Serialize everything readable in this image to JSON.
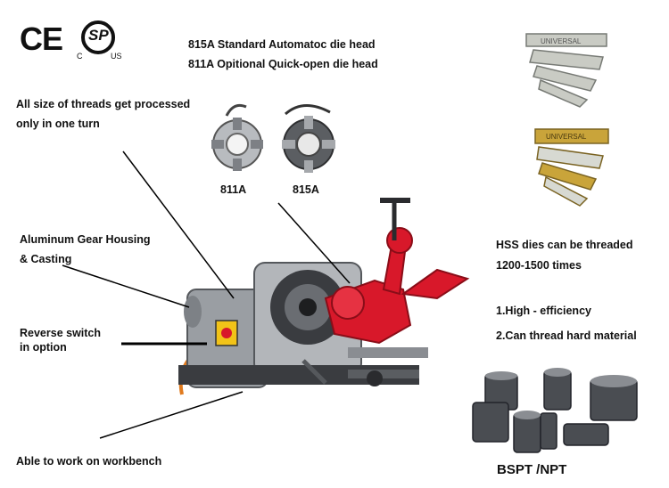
{
  "certifications": {
    "ce": "CE",
    "csa": {
      "mark": "SP",
      "c": "C",
      "us": "US"
    }
  },
  "die_heads": {
    "line1": "815A Standard  Automatoc die head",
    "line2": "811A  Opitional  Quick-open die head"
  },
  "feature_threads": {
    "line1": "All size of threads get processed",
    "line2": "only in one turn"
  },
  "die_head_models": {
    "left": "811A",
    "right": "815A"
  },
  "feature_housing": {
    "line1": "Aluminum Gear Housing",
    "line2": "& Casting"
  },
  "feature_switch": {
    "line1": "Reverse switch",
    "line2": "in option"
  },
  "feature_workbench": "Able to work on workbench",
  "dies": {
    "engraving": "UNIVERSAL",
    "line1": "HSS dies can be threaded",
    "line2": "1200-1500 times"
  },
  "benefits": [
    "1.High - efficiency",
    "2.Can thread hard material"
  ],
  "threads_standard": "BSPT /NPT",
  "colors": {
    "machine_gray": "#9a9ea3",
    "machine_dark": "#3a3c40",
    "carriage_red": "#d8182a",
    "die_silver": "#c9cbc4",
    "die_gold": "#c9a43a",
    "cable_orange": "#e07a1e",
    "switch_yellow": "#f2c318"
  }
}
